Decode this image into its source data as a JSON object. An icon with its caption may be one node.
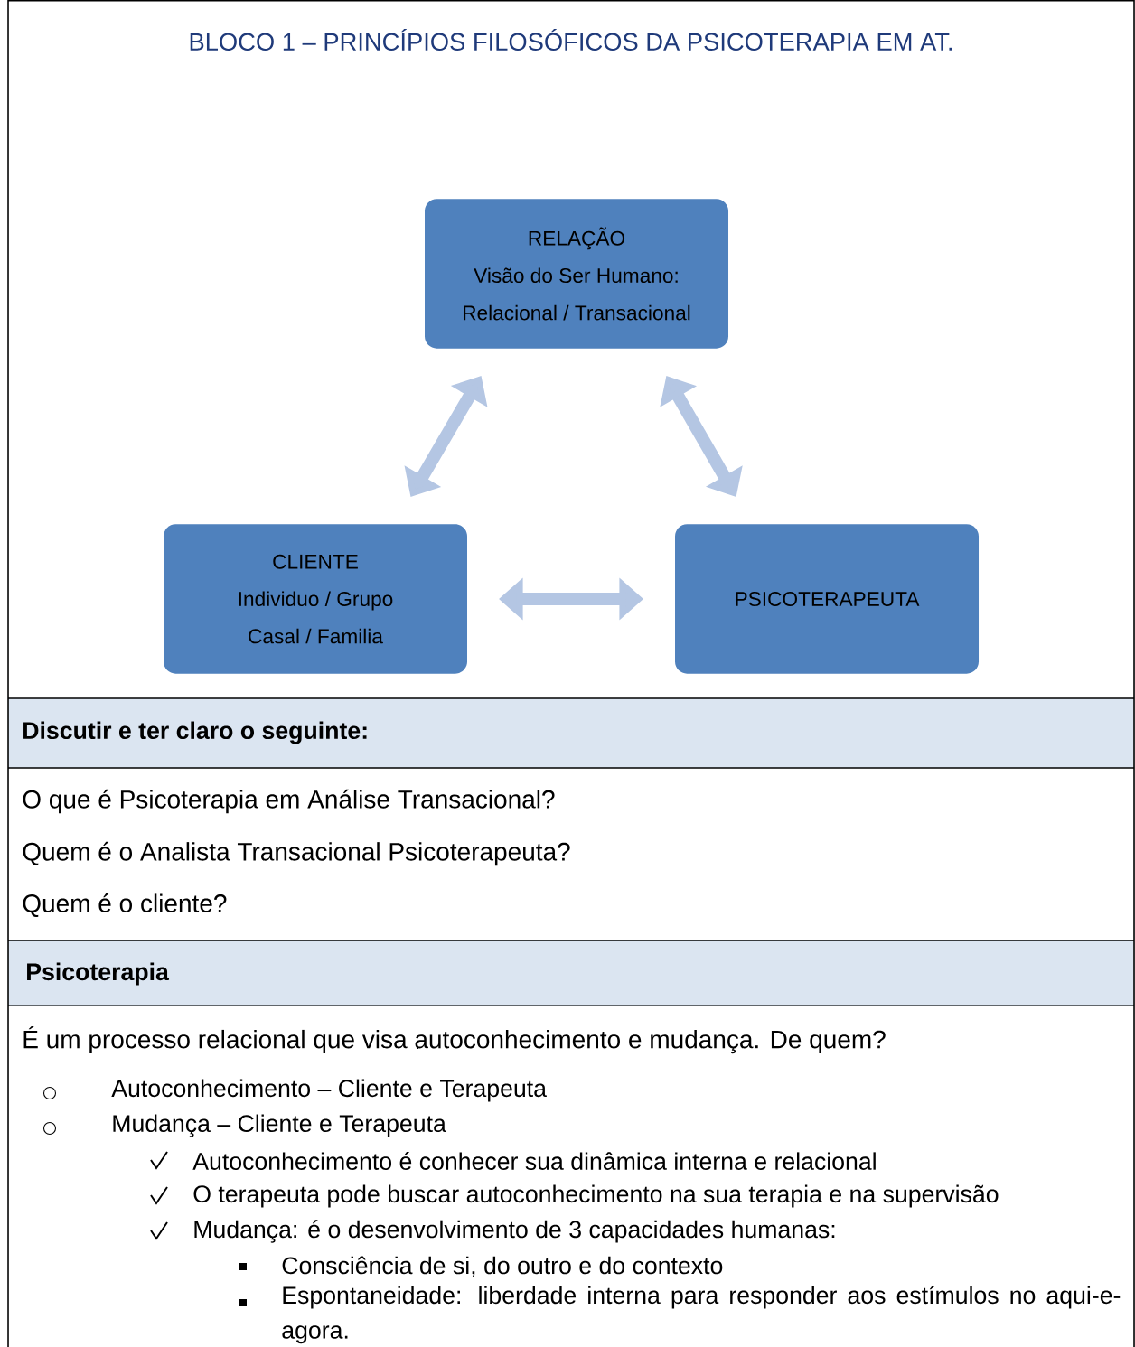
{
  "diagram": {
    "title": "BLOCO 1 – PRINCÍPIOS FILOSÓFICOS DA PSICOTERAPIA EM AT.",
    "nodes": [
      {
        "text": [
          "RELAÇÃO",
          "Visão do Ser Humano:",
          "Relacional / Transacional"
        ]
      },
      {
        "text": [
          "CLIENTE",
          "Individuo / Grupo",
          "Casal / Familia"
        ]
      },
      {
        "text": [
          "PSICOTERAPEUTA"
        ]
      }
    ],
    "edges": [
      {
        "from": 0,
        "to": 1,
        "arrow": "both"
      },
      {
        "from": 0,
        "to": 2,
        "arrow": "both"
      },
      {
        "from": 1,
        "to": 2,
        "arrow": "both"
      }
    ],
    "labels": [
      "Discutir e ter claro o seguinte:",
      "O que é Psicoterapia em Análise Transacional?",
      "Quem é o Analista Transacional Psicoterapeuta?",
      "Quem é o cliente?",
      "Psicoterapia",
      "É um processo relacional que visa autoconhecimento e mudança.  De quem?",
      "Autoconhecimento – Cliente e Terapeuta",
      "Mudança – Cliente e Terapeuta",
      "Autoconhecimento é conhecer sua dinâmica interna e relacional",
      "O terapeuta pode buscar autoconhecimento na sua terapia e na supervisão",
      "Mudança: é o desenvolvimento de 3 capacidades humanas:",
      "Consciência de si, do outro e do contexto",
      "Espontaneidade: liberdade interna para responder aos estímulos no aqui-e-agora."
    ]
  }
}
